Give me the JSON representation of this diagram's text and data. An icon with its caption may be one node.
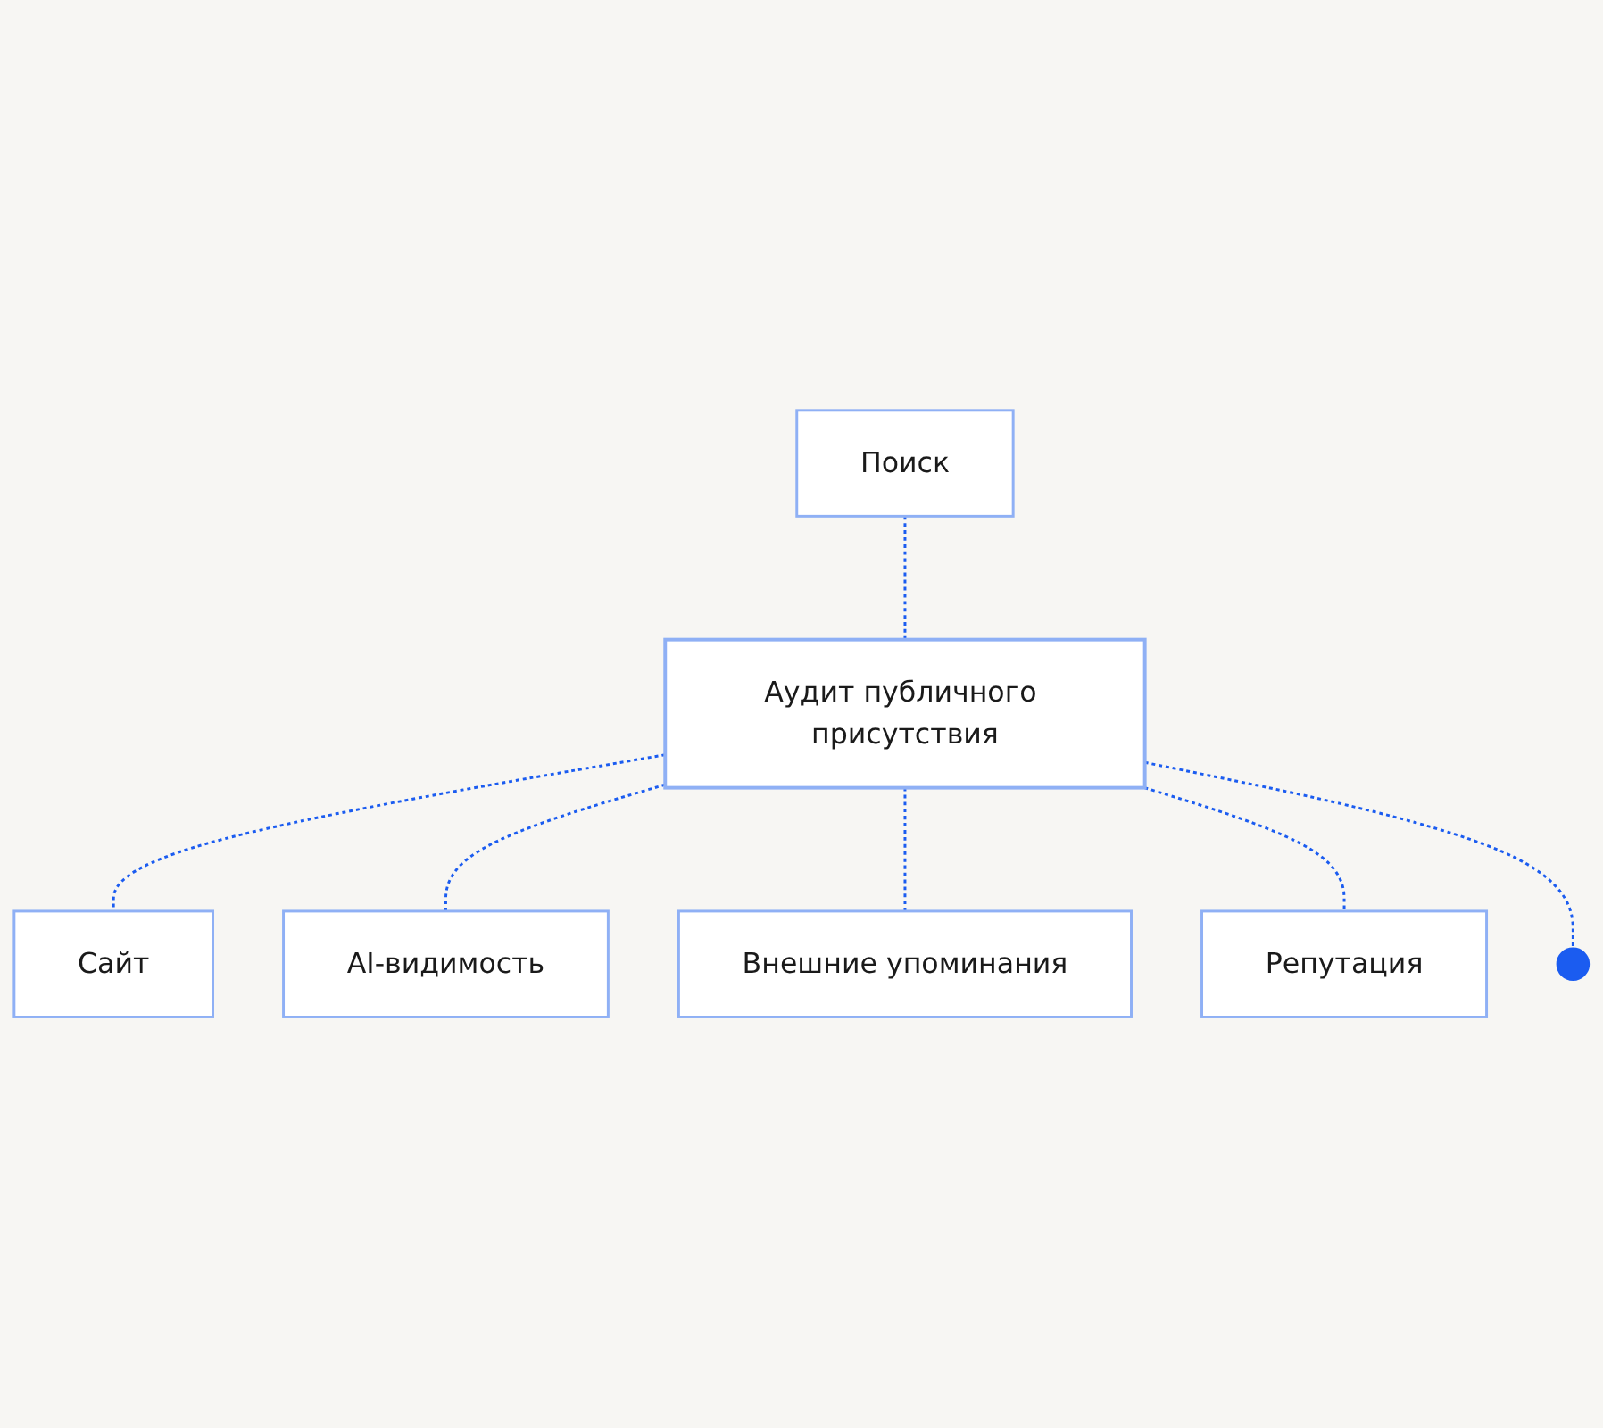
{
  "diagram": {
    "nodes": [
      {
        "text": [
          "Аудит публичного присутствия"
        ]
      },
      {
        "text": [
          "Поиск"
        ]
      },
      {
        "text": [
          "Сайт"
        ]
      },
      {
        "text": [
          "AI-видимость"
        ]
      },
      {
        "text": [
          "Внешние упоминания"
        ]
      },
      {
        "text": [
          "Репутация"
        ]
      },
      {
        "text": [],
        "shape": "circle"
      }
    ],
    "edges": [
      {
        "from": 1,
        "to": 0,
        "arrow": "none",
        "style": "dashed"
      },
      {
        "from": 0,
        "to": 2,
        "arrow": "none",
        "style": "dashed"
      },
      {
        "from": 0,
        "to": 3,
        "arrow": "none",
        "style": "dashed"
      },
      {
        "from": 0,
        "to": 4,
        "arrow": "none",
        "style": "dashed"
      },
      {
        "from": 0,
        "to": 5,
        "arrow": "none",
        "style": "dashed"
      },
      {
        "from": 0,
        "to": 6,
        "arrow": "none",
        "style": "dashed"
      }
    ]
  }
}
